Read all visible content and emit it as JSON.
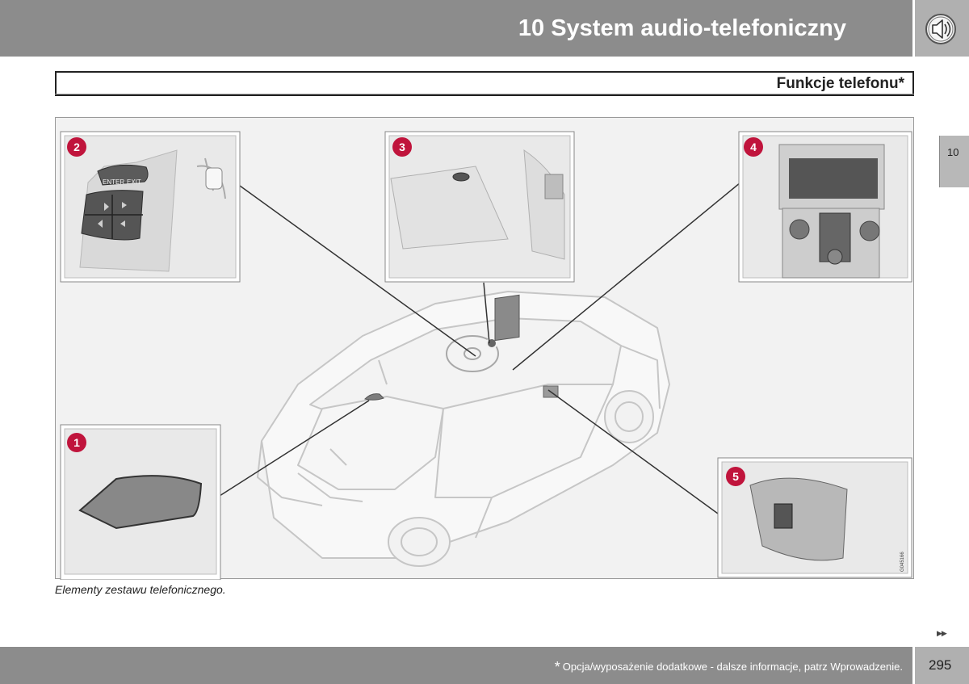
{
  "header": {
    "chapter_title": "10 System audio-telefoniczny",
    "chapter_icon": "speaker-icon",
    "chapter_tab": "10"
  },
  "section": {
    "title": "Funkcje telefonu*"
  },
  "figure": {
    "callouts": [
      "1",
      "2",
      "3",
      "4",
      "5"
    ],
    "callout_color": "#c0143c",
    "buttons": {
      "enter": "ENTER",
      "exit": "EXIT"
    },
    "code": "G045166",
    "caption": "Elementy zestawu telefonicznego."
  },
  "footer": {
    "star": "*",
    "note": "Opcja/wyposażenie dodatkowe - dalsze informacje, patrz Wprowadzenie.",
    "page_number": "295",
    "continue_marker": "▶▶"
  }
}
